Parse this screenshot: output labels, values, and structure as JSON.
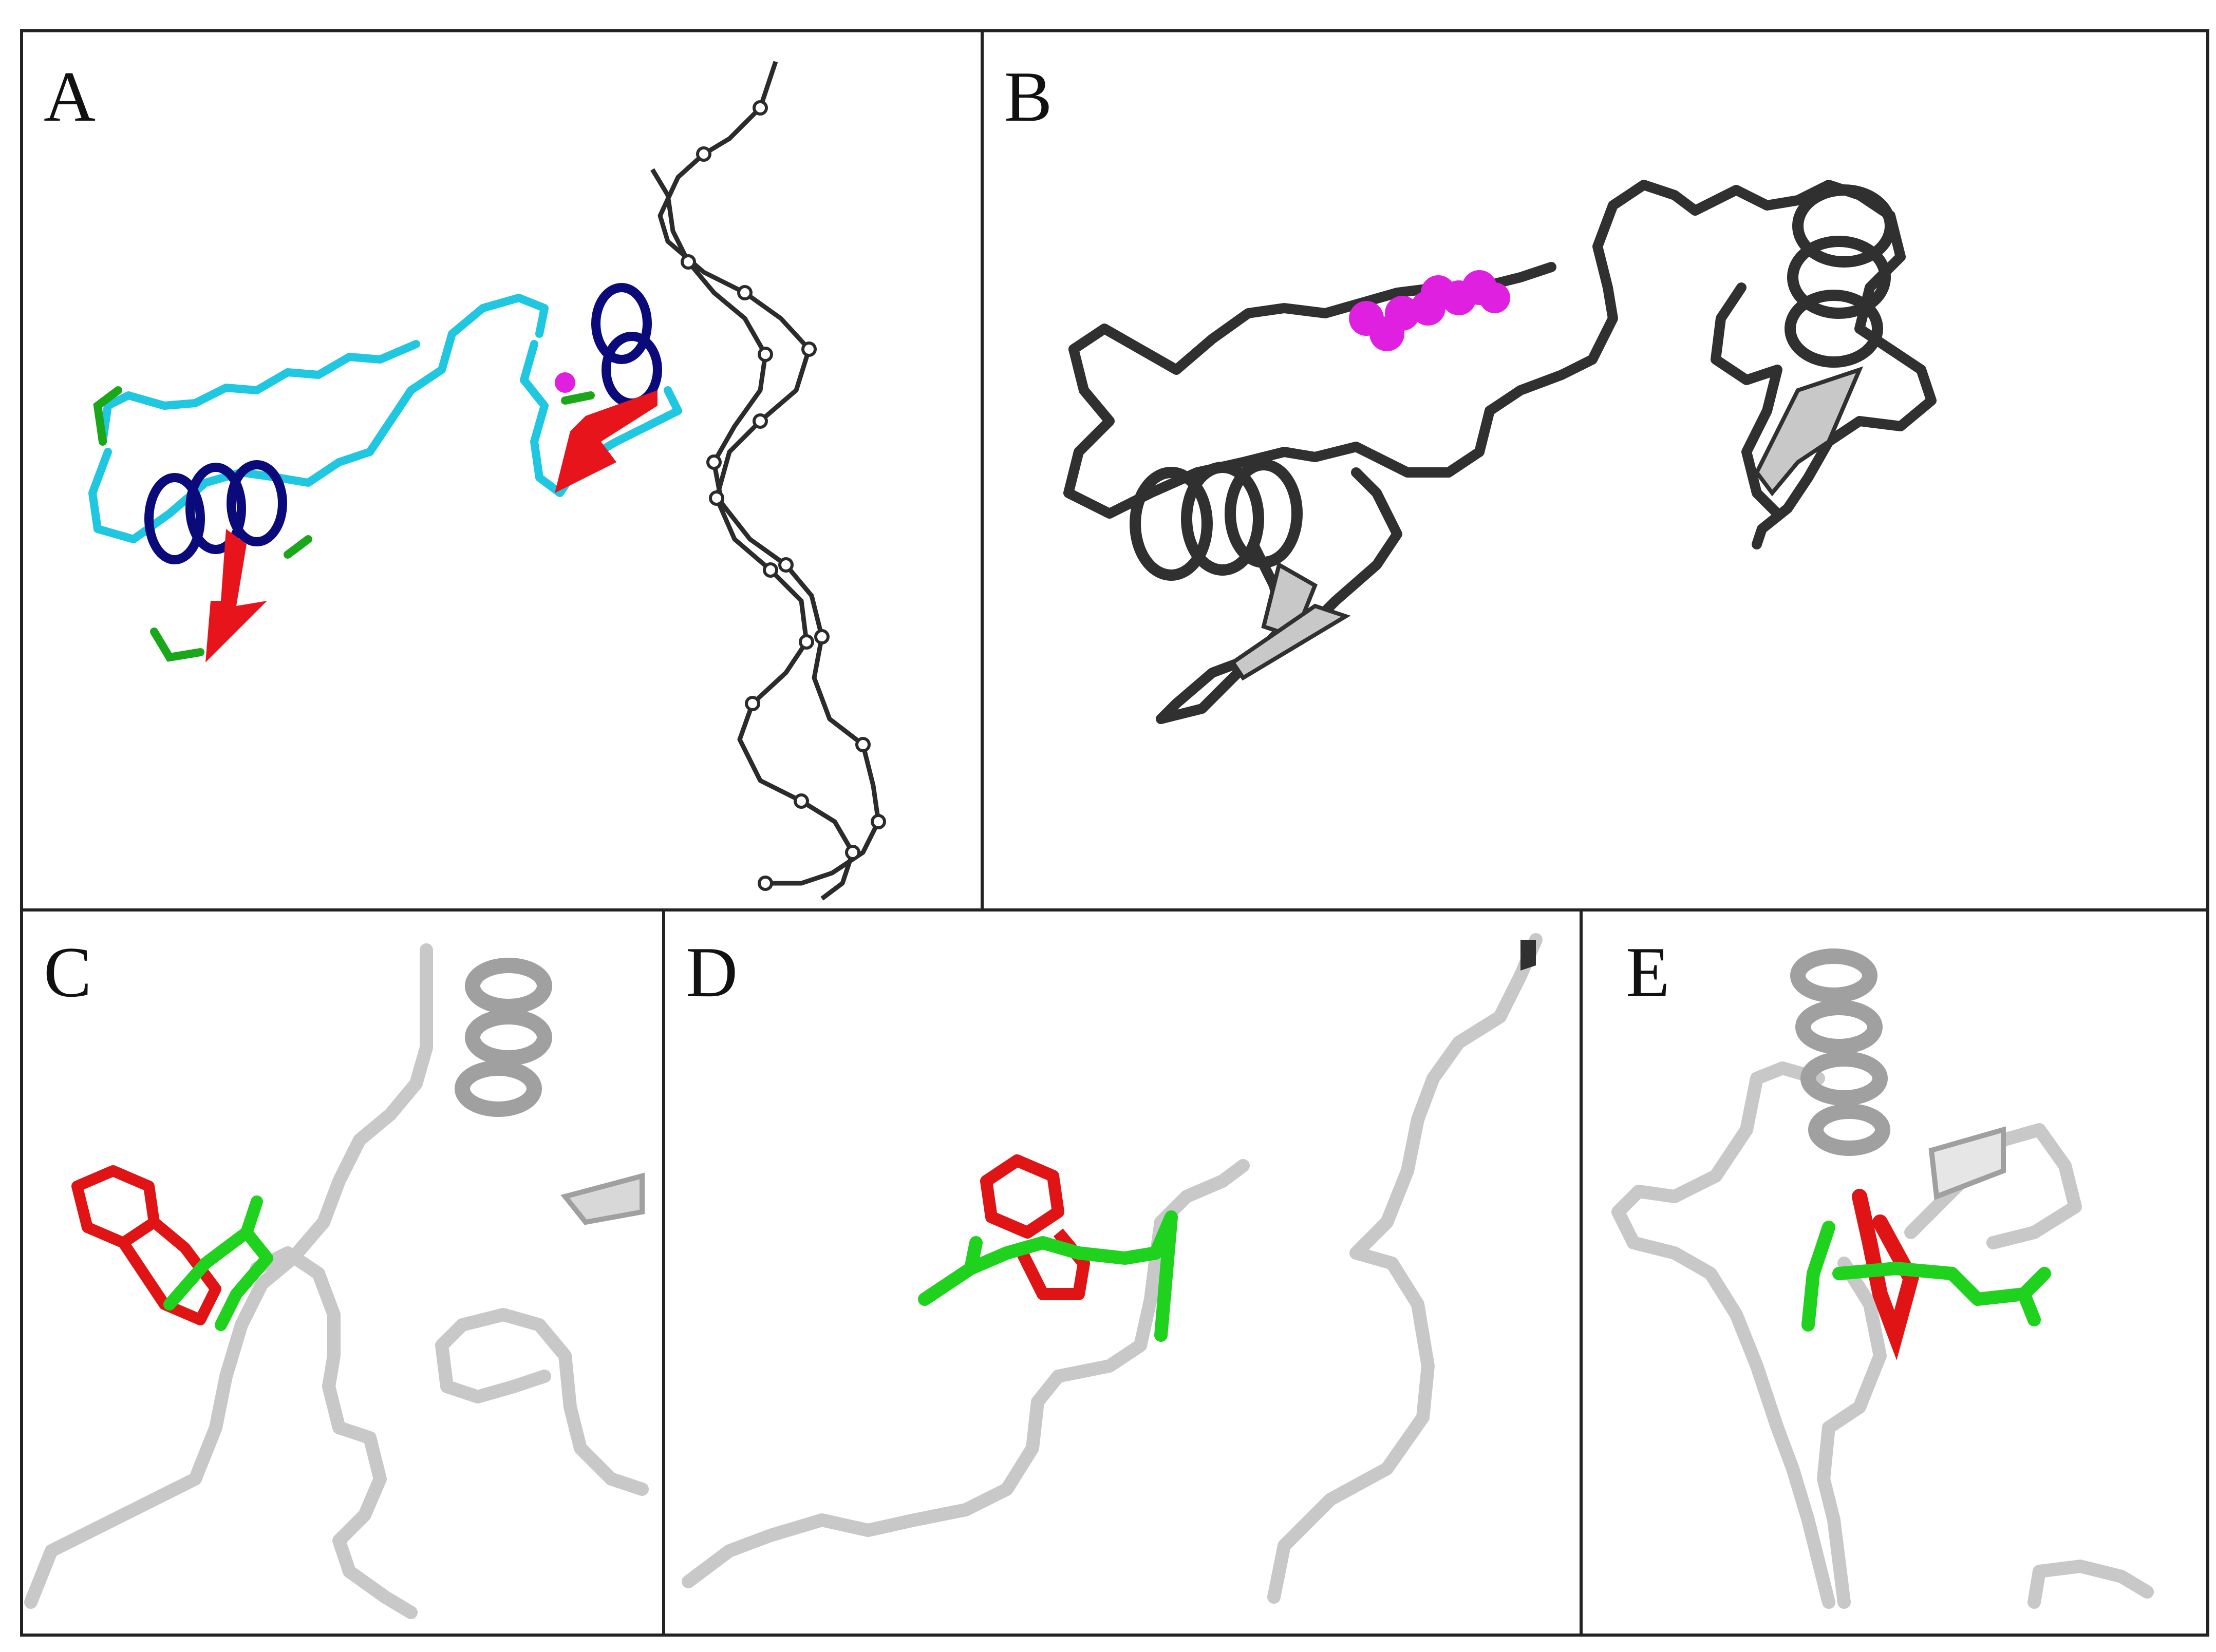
{
  "figure": {
    "panels": [
      {
        "id": "A",
        "label": "A"
      },
      {
        "id": "B",
        "label": "B"
      },
      {
        "id": "C",
        "label": "C"
      },
      {
        "id": "D",
        "label": "D"
      },
      {
        "id": "E",
        "label": "E"
      }
    ]
  },
  "colors": {
    "helix": "#0a0a7a",
    "coil": "#1fc8e0",
    "strand": "#e8141c",
    "turn": "#1aa81a",
    "dna": "#2b2b2b",
    "ligand": "#e020e0",
    "ribbon_dark": "#303030",
    "ribbon_light": "#c8c8c8",
    "residue_ring": "#e01414",
    "residue_chain": "#1ed21e",
    "frame": "#222222"
  },
  "icons": {
    "panel_a": "protein-dna-ribbon-icon",
    "panel_b": "protein-ligand-ribbon-icon",
    "panel_c": "residue-closeup-icon",
    "panel_d": "residue-closeup-icon",
    "panel_e": "residue-closeup-icon"
  }
}
